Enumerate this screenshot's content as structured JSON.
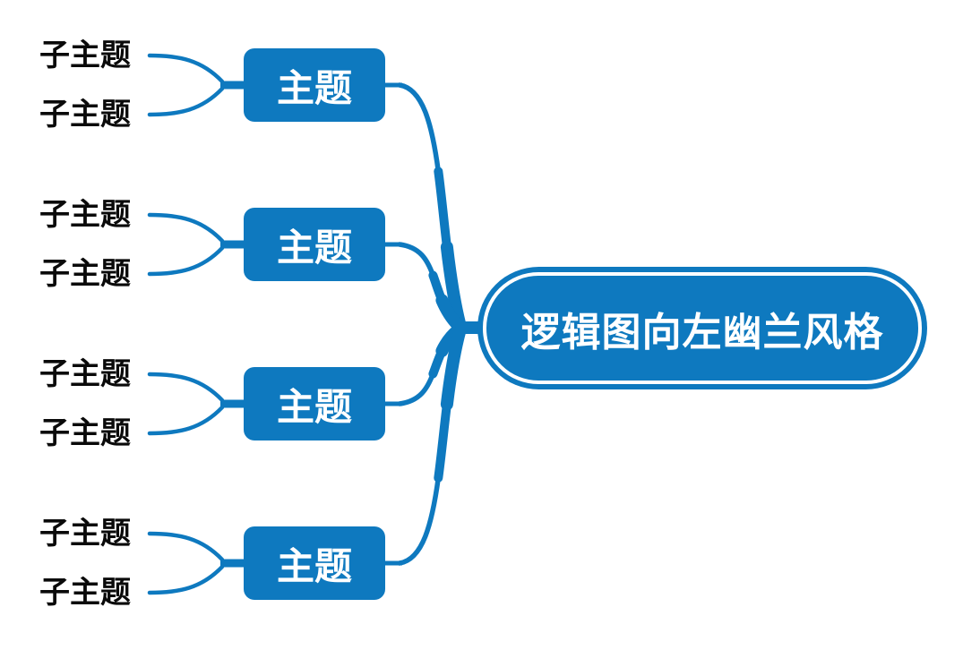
{
  "diagram": {
    "type": "mindmap-logic-chart-left",
    "central_topic": {
      "label": "逻辑图向左幽兰风格"
    },
    "branches": [
      {
        "label": "主题",
        "subtopics": [
          {
            "label": "子主题"
          },
          {
            "label": "子主题"
          }
        ]
      },
      {
        "label": "主题",
        "subtopics": [
          {
            "label": "子主题"
          },
          {
            "label": "子主题"
          }
        ]
      },
      {
        "label": "主题",
        "subtopics": [
          {
            "label": "子主题"
          },
          {
            "label": "子主题"
          }
        ]
      },
      {
        "label": "主题",
        "subtopics": [
          {
            "label": "子主题"
          },
          {
            "label": "子主题"
          }
        ]
      }
    ],
    "colors": {
      "primary": "#0E79BF",
      "node_text": "#FFFFFF",
      "subtopic_text": "#0A0A0A",
      "background": "#FFFFFF"
    }
  }
}
